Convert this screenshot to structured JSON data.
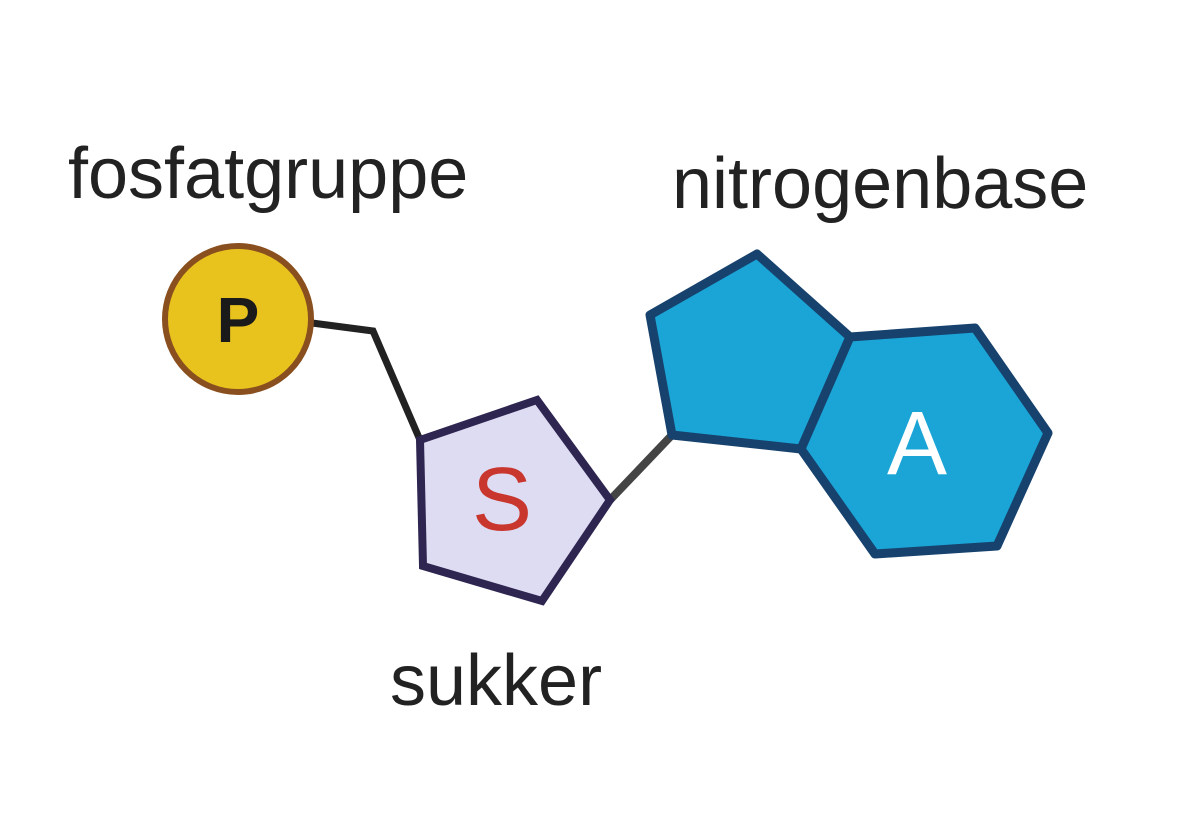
{
  "labels": {
    "phosphate": "fosfatgruppe",
    "base": "nitrogenbase",
    "sugar": "sukker"
  },
  "symbols": {
    "phosphate": "P",
    "sugar": "S",
    "base": "A"
  },
  "colors": {
    "phosphate_fill": "#e8c31e",
    "phosphate_stroke": "#8a4f1e",
    "sugar_fill": "#dedcf2",
    "sugar_stroke": "#2e2550",
    "sugar_letter": "#c8362e",
    "base_fill": "#1aa5d6",
    "base_stroke": "#17426e"
  }
}
